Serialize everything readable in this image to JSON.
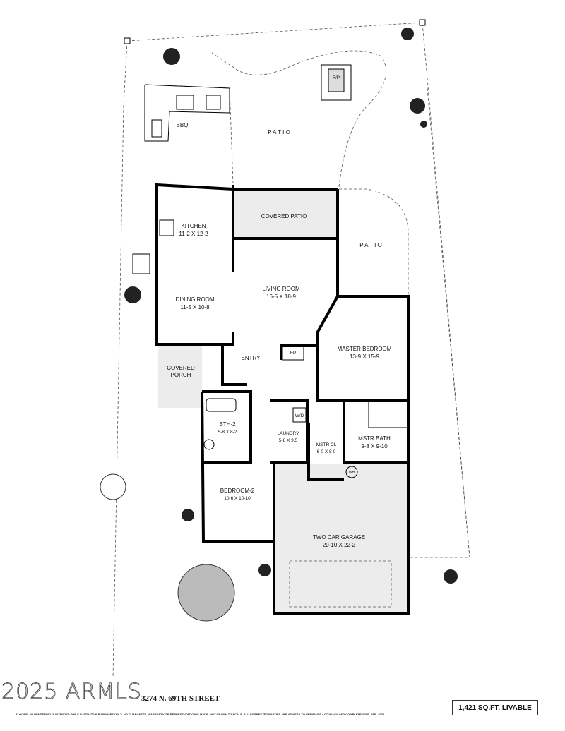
{
  "plan": {
    "areas": {
      "patio_top": "P A T I O",
      "patio_side": "P A T I O",
      "bbq": "BBQ",
      "fireplace_outdoor": "F/P",
      "covered_patio": "COVERED PATIO",
      "kitchen": {
        "name": "KITCHEN",
        "dims": "11-2 X 12-2"
      },
      "dining": {
        "name": "DINING ROOM",
        "dims": "11-5  X  10-8"
      },
      "living": {
        "name": "LIVING ROOM",
        "dims": "16-5  X  18-9"
      },
      "fireplace": "FP",
      "entry": "ENTRY",
      "covered_porch": {
        "line1": "COVERED",
        "line2": "PORCH"
      },
      "master_bedroom": {
        "name": "MASTER BEDROOM",
        "dims": "13-9  X  15-9"
      },
      "bath2": {
        "name": "BTH-2",
        "dims": "5-8 X 8-2"
      },
      "laundry": {
        "name": "LAUNDRY",
        "dims": "5-8 X 9.5"
      },
      "washer_dryer": "W/D",
      "master_closet": {
        "name": "MSTR CL",
        "dims": "6-0 X 8-0"
      },
      "master_bath": {
        "name": "MSTR BATH",
        "dims": "9-8  X  9-10"
      },
      "water_heater": "WH",
      "bedroom2": {
        "name": "BEDROOM-2",
        "dims": "10-6 X 10-10"
      },
      "garage": {
        "name": "TWO CAR GARAGE",
        "dims": "20-10  X  22-2"
      }
    },
    "address": "3274 N. 69TH STREET",
    "disclaimer": "FLOORPLAN RENDERING IS INTENDED FOR ILLUSTRATIVE PURPOSES ONLY. NO GUARANTEE, WARRANTY OR REPRESENTATION IS MADE. NOT DRAWN TO SCALE. ALL INTERESTED PARTIES ARE ADVISED TO VERIFY ITS ACCURACY AND COMPLETENESS. APR. 2025.",
    "livable_area": "1,421 SQ.FT. LIVABLE",
    "watermark": "2025 ARMLS"
  }
}
